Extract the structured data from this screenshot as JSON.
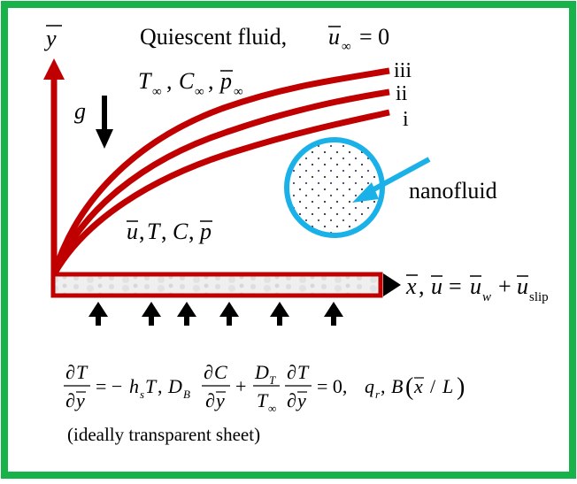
{
  "diagram": {
    "y_axis_label": "y",
    "x_axis_label": "x",
    "top_text": "Quiescent fluid,",
    "u_inf": "u",
    "inf_sub": "∞",
    "equals_zero": "= 0",
    "T": "T",
    "C": "C",
    "p": "p",
    "comma": ",",
    "gravity": "g",
    "curve_labels": [
      "iii",
      "ii",
      "i"
    ],
    "nanofluid_label": "nanofluid",
    "inner_vars": {
      "u": "u",
      "T": "T",
      "C": "C",
      "p": "p"
    },
    "x_condition": {
      "eq": "=",
      "w_sub": "w",
      "plus": "+",
      "slip_sub": "slip"
    },
    "boundary_condition": {
      "d": "∂",
      "minus": "= −",
      "h": "h",
      "s_sub": "s",
      "D": "D",
      "B_sub": "B",
      "plus": "+",
      "T_sub": "T",
      "eq0": "= 0,",
      "q": "q",
      "r_sub": "r",
      "B": "B",
      "L": "L",
      "slash": "/"
    },
    "sheet_note": "(ideally  transparent sheet)",
    "colors": {
      "border": "#17b34a",
      "axis_red": "#c00000",
      "circle_blue": "#1ab0e8",
      "black": "#000000"
    }
  }
}
